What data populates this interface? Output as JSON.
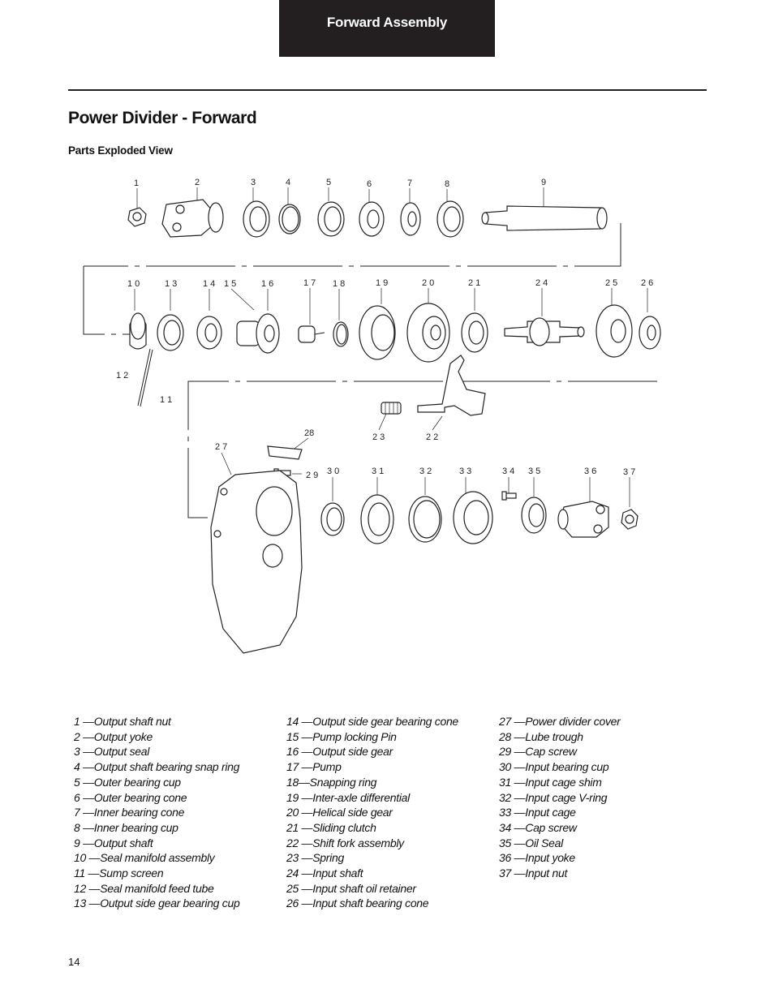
{
  "header": {
    "tab_label": "Forward Assembly"
  },
  "section": {
    "title": "Power Divider - Forward",
    "subtitle": "Parts Exploded View"
  },
  "diagram": {
    "callouts": [
      "1",
      "2",
      "3",
      "4",
      "5",
      "6",
      "7",
      "8",
      "9",
      "1 0",
      "1 3",
      "1 4",
      "1 5",
      "1 6",
      "1 7",
      "1 8",
      "1 9",
      "2 0",
      "2 1",
      "2 4",
      "2 5",
      "2 6",
      "1 2",
      "1 1",
      "2 3",
      "2 2",
      "28",
      "2 7",
      "2 9",
      "3 0",
      "3 1",
      "3 2",
      "3 3",
      "3 4",
      "3 5",
      "3 6",
      "3 7"
    ]
  },
  "legend": {
    "col1": [
      "1 —Output shaft nut",
      "2 —Output yoke",
      "3 —Output seal",
      "4 —Output shaft bearing snap ring",
      "5 —Outer bearing cup",
      "6 —Outer bearing cone",
      "7 —Inner bearing cone",
      "8 —Inner bearing cup",
      "9 —Output shaft",
      "10 —Seal manifold assembly",
      "11 —Sump screen",
      "12 —Seal manifold feed tube",
      "13 —Output side gear bearing cup"
    ],
    "col2": [
      "14 —Output side gear bearing cone",
      "15 —Pump locking Pin",
      "16 —Output side gear",
      "17 —Pump",
      "18—Snapping ring",
      "19 —Inter-axle differential",
      "20 —Helical side gear",
      "21 —Sliding clutch",
      "22 —Shift fork assembly",
      "23 —Spring",
      "24 —Input shaft",
      "25 —Input shaft oil retainer",
      "26 —Input shaft bearing cone"
    ],
    "col3": [
      "27 —Power divider cover",
      "28 —Lube trough",
      "29 —Cap screw",
      "30 —Input bearing cup",
      "31 —Input cage shim",
      "32 —Input cage V-ring",
      "33 —Input cage",
      "34 —Cap screw",
      "35 —Oil Seal",
      "36 —Input yoke",
      "37 —Input nut"
    ]
  },
  "footer": {
    "page_number": "14"
  }
}
